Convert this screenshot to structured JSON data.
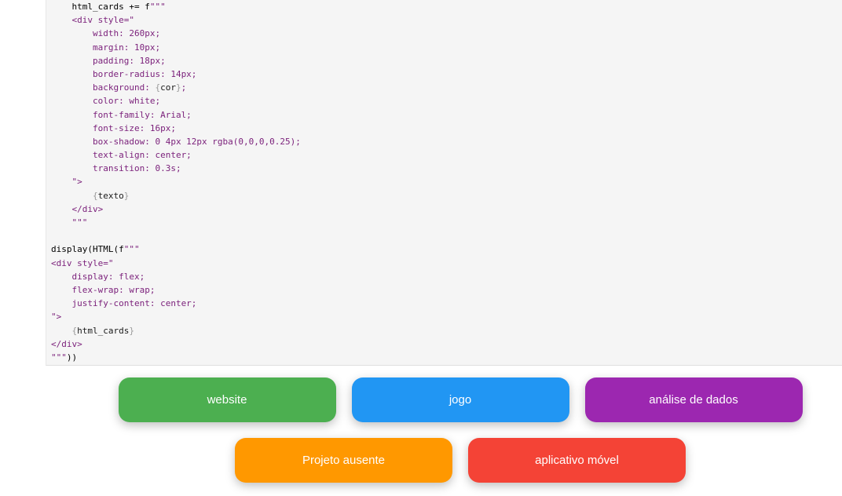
{
  "code_lines": [
    [
      {
        "t": "plain",
        "v": "    html_cards += f"
      },
      {
        "t": "str",
        "v": "\"\"\""
      }
    ],
    [
      {
        "t": "str",
        "v": "    <div style=\""
      }
    ],
    [
      {
        "t": "str",
        "v": "        width: 260px;"
      }
    ],
    [
      {
        "t": "str",
        "v": "        margin: 10px;"
      }
    ],
    [
      {
        "t": "str",
        "v": "        padding: 18px;"
      }
    ],
    [
      {
        "t": "str",
        "v": "        border-radius: 14px;"
      }
    ],
    [
      {
        "t": "str",
        "v": "        background: "
      },
      {
        "t": "brace",
        "v": "{"
      },
      {
        "t": "var",
        "v": "cor"
      },
      {
        "t": "brace",
        "v": "}"
      },
      {
        "t": "str",
        "v": ";"
      }
    ],
    [
      {
        "t": "str",
        "v": "        color: white;"
      }
    ],
    [
      {
        "t": "str",
        "v": "        font-family: Arial;"
      }
    ],
    [
      {
        "t": "str",
        "v": "        font-size: 16px;"
      }
    ],
    [
      {
        "t": "str",
        "v": "        box-shadow: 0 4px 12px rgba(0,0,0,0.25);"
      }
    ],
    [
      {
        "t": "str",
        "v": "        text-align: center;"
      }
    ],
    [
      {
        "t": "str",
        "v": "        transition: 0.3s;"
      }
    ],
    [
      {
        "t": "str",
        "v": "    \">"
      }
    ],
    [
      {
        "t": "str",
        "v": "        "
      },
      {
        "t": "brace",
        "v": "{"
      },
      {
        "t": "var",
        "v": "texto"
      },
      {
        "t": "brace",
        "v": "}"
      }
    ],
    [
      {
        "t": "str",
        "v": "    </div>"
      }
    ],
    [
      {
        "t": "str",
        "v": "    \"\"\""
      }
    ],
    [
      {
        "t": "plain",
        "v": ""
      }
    ],
    [
      {
        "t": "plain",
        "v": "display(HTML(f"
      },
      {
        "t": "str",
        "v": "\"\"\""
      }
    ],
    [
      {
        "t": "str",
        "v": "<div style=\""
      }
    ],
    [
      {
        "t": "str",
        "v": "    display: flex;"
      }
    ],
    [
      {
        "t": "str",
        "v": "    flex-wrap: wrap;"
      }
    ],
    [
      {
        "t": "str",
        "v": "    justify-content: center;"
      }
    ],
    [
      {
        "t": "str",
        "v": "\">"
      }
    ],
    [
      {
        "t": "str",
        "v": "    "
      },
      {
        "t": "brace",
        "v": "{"
      },
      {
        "t": "var",
        "v": "html_cards"
      },
      {
        "t": "brace",
        "v": "}"
      }
    ],
    [
      {
        "t": "str",
        "v": "</div>"
      }
    ],
    [
      {
        "t": "str",
        "v": "\"\"\""
      },
      {
        "t": "plain",
        "v": "))"
      }
    ]
  ],
  "cards": [
    {
      "label": "website",
      "color": "#4caf50"
    },
    {
      "label": "jogo",
      "color": "#2196f3"
    },
    {
      "label": "análise de dados",
      "color": "#9c27b0"
    },
    {
      "label": "Projeto ausente",
      "color": "#ff9800"
    },
    {
      "label": "aplicativo móvel",
      "color": "#f44336"
    }
  ]
}
